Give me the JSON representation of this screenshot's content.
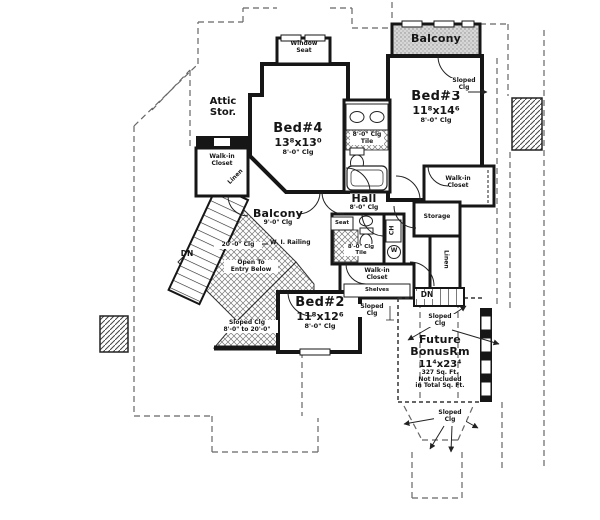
{
  "rooms": {
    "balcony_top": {
      "name": "Balcony"
    },
    "bed3": {
      "name": "Bed#3",
      "dims": "11⁸x14⁶",
      "clg": "8'-0\" Clg"
    },
    "bed4": {
      "name": "Bed#4",
      "dims": "13⁸x13⁰",
      "clg": "8'-0\" Clg"
    },
    "bed2": {
      "name": "Bed#2",
      "dims": "11⁸x12⁶",
      "clg": "8'-0\" Clg"
    },
    "hall": {
      "name": "Hall",
      "clg": "8'-0\" Clg"
    },
    "balcony_inner": {
      "name": "Balcony",
      "clg": "9'-0\" Clg"
    },
    "attic": {
      "line1": "Attic",
      "line2": "Stor."
    },
    "window_seat": {
      "line1": "Window",
      "line2": "Seat"
    },
    "bonus": {
      "name_line1": "Future",
      "name_line2": "BonusRm",
      "dims": "11⁴x23⁴",
      "note_line1": "327 Sq. Ft.",
      "note_line2": "Not Included",
      "note_line3": "in Total Sq. Ft."
    }
  },
  "closets": {
    "wic_bed4": "Walk-in Closet",
    "linen_bed4": "Linen",
    "wic_bed3": "Walk-in Closet",
    "storage": "Storage",
    "linen_hall": "Linen",
    "wic_bed2": "Walk-in Closet",
    "shelves": "Shelves"
  },
  "baths": {
    "master_clg": "8'-0\" Clg",
    "master_tile": "Tile",
    "bath2_clg": "8'-0\" Clg",
    "bath2_tile": "Tile",
    "seat": "Seat",
    "chute": "CH",
    "washer": "W"
  },
  "annotations": {
    "sloped_bed3": "Sloped Clg",
    "clg20": "20'-0\" Clg",
    "open_below_line1": "Open To",
    "open_below_line2": "Entry Below",
    "railing": "W. I. Railing",
    "sloped_entry_line1": "Sloped Clg",
    "sloped_entry_line2": "8'-0\" to 20'-0\"",
    "dn_main": "DN",
    "dn_bonus": "DN",
    "sloped_shelves": "Sloped Clg",
    "sloped_bonus": "Sloped Clg",
    "sloped_bottom": "Sloped Clg"
  }
}
